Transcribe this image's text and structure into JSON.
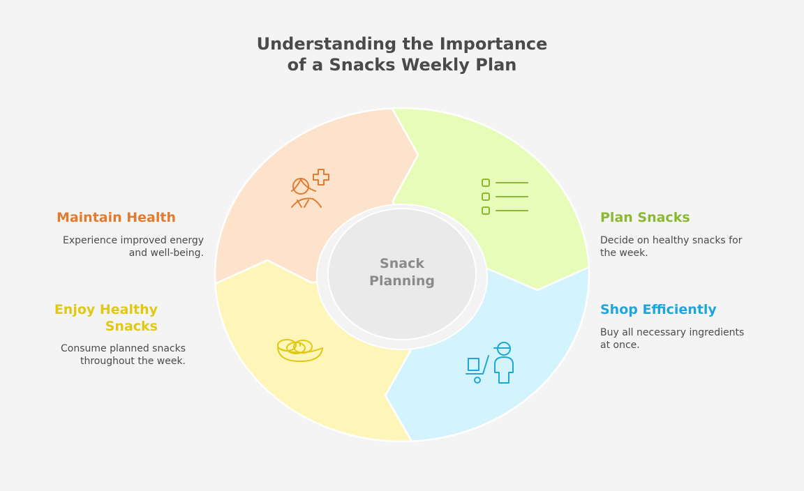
{
  "title": {
    "line1": "Understanding the Importance",
    "line2": "of a Snacks Weekly Plan"
  },
  "center": {
    "line1": "Snack",
    "line2": "Planning"
  },
  "steps": [
    {
      "title": "Plan Snacks",
      "desc1": "Decide on healthy snacks for",
      "desc2": "the week.",
      "icon": "checklist-icon",
      "color": "#8ab832",
      "fill": "#e6fcb8"
    },
    {
      "title": "Shop Efficiently",
      "desc1": "Buy all necessary ingredients",
      "desc2": "at once.",
      "icon": "shopper-cart-icon",
      "color": "#1fa6d9",
      "fill": "#d3f3fd"
    },
    {
      "title1": "Enjoy Healthy",
      "title2": "Snacks",
      "desc1": "Consume planned snacks",
      "desc2": "throughout the week.",
      "icon": "snack-bowl-icon",
      "color": "#e0c814",
      "fill": "#fef6b8"
    },
    {
      "title": "Maintain Health",
      "desc1": "Experience improved energy",
      "desc2": "and well-being.",
      "icon": "health-person-icon",
      "color": "#e07b2f",
      "fill": "#fde3cc"
    }
  ]
}
